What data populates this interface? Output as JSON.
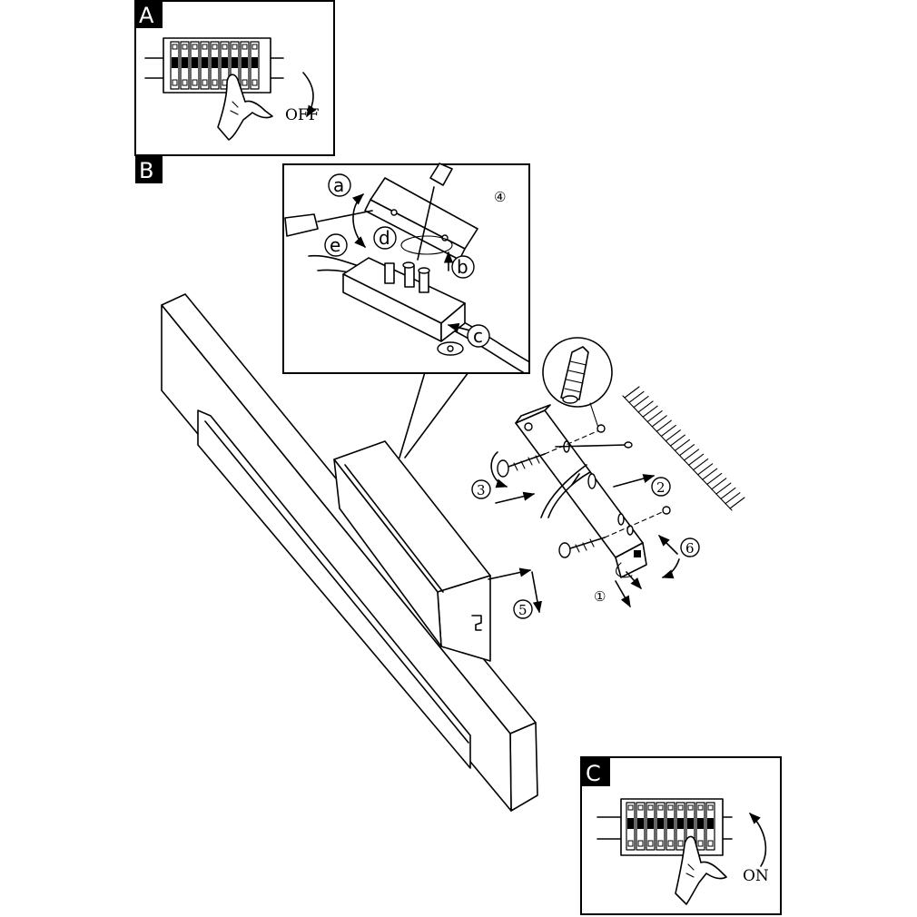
{
  "panels": {
    "a": {
      "tag": "A",
      "switch_label": "OFF"
    },
    "b": {
      "tag": "B"
    },
    "c": {
      "tag": "C",
      "switch_label": "ON"
    }
  },
  "callouts": {
    "wiring_letters": [
      "a",
      "b",
      "c",
      "d",
      "e"
    ],
    "step_numbers": [
      "①",
      "2",
      "3",
      "④",
      "5",
      "6"
    ]
  }
}
